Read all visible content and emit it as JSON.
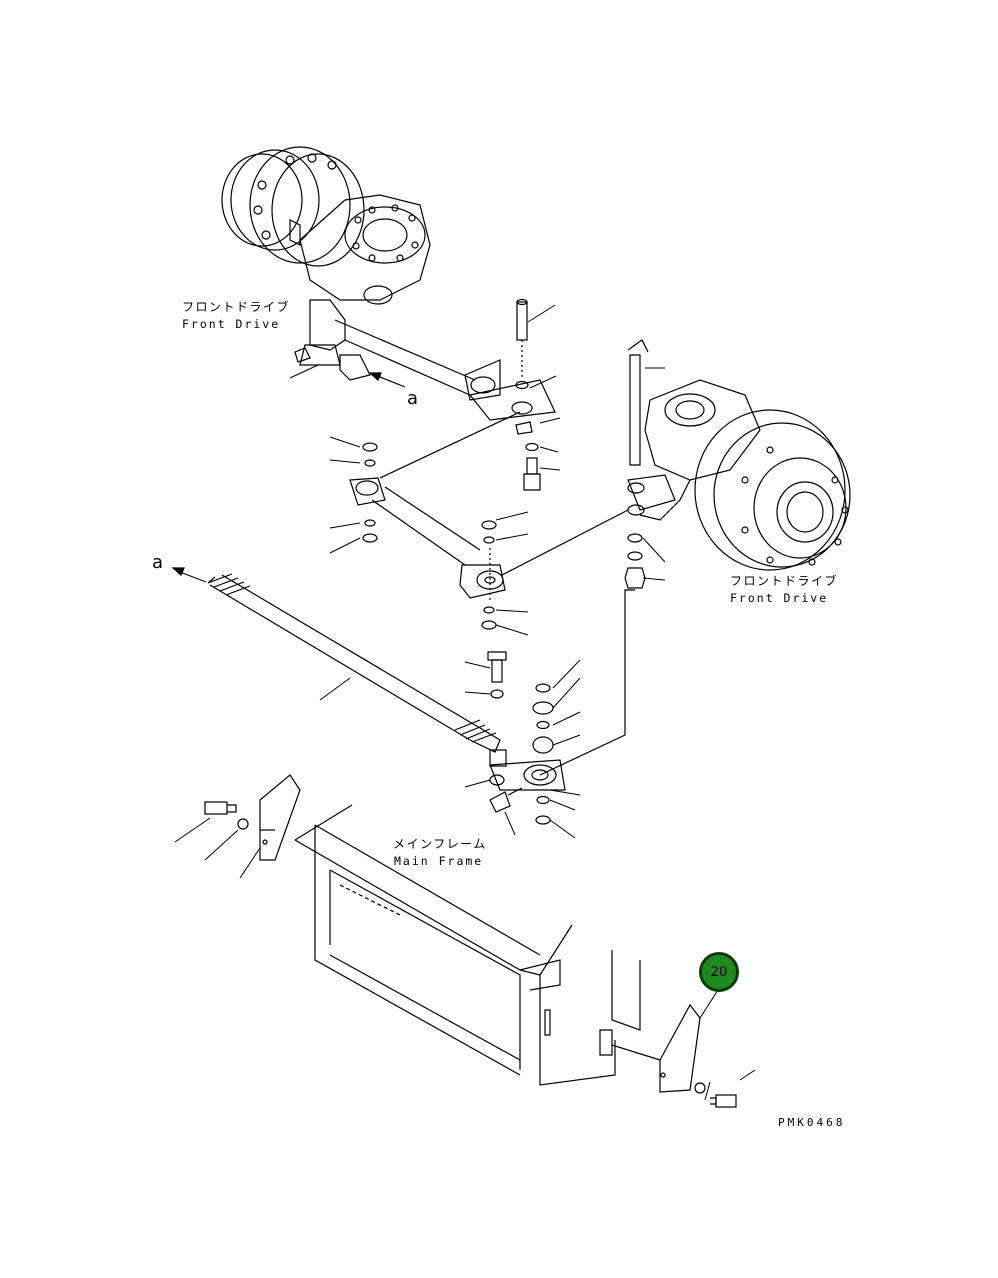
{
  "labels": {
    "front_drive_top_jp": "フロントドライブ",
    "front_drive_top_en": "Front Drive",
    "front_drive_right_jp": "フロントドライブ",
    "front_drive_right_en": "Front Drive",
    "main_frame_jp": "メインフレーム",
    "main_frame_en": "Main Frame",
    "arrow_a_upper": "a",
    "arrow_a_left": "a"
  },
  "callout": {
    "number": "20",
    "color": "#1f8a1f"
  },
  "drawing_code": "PMK0468"
}
